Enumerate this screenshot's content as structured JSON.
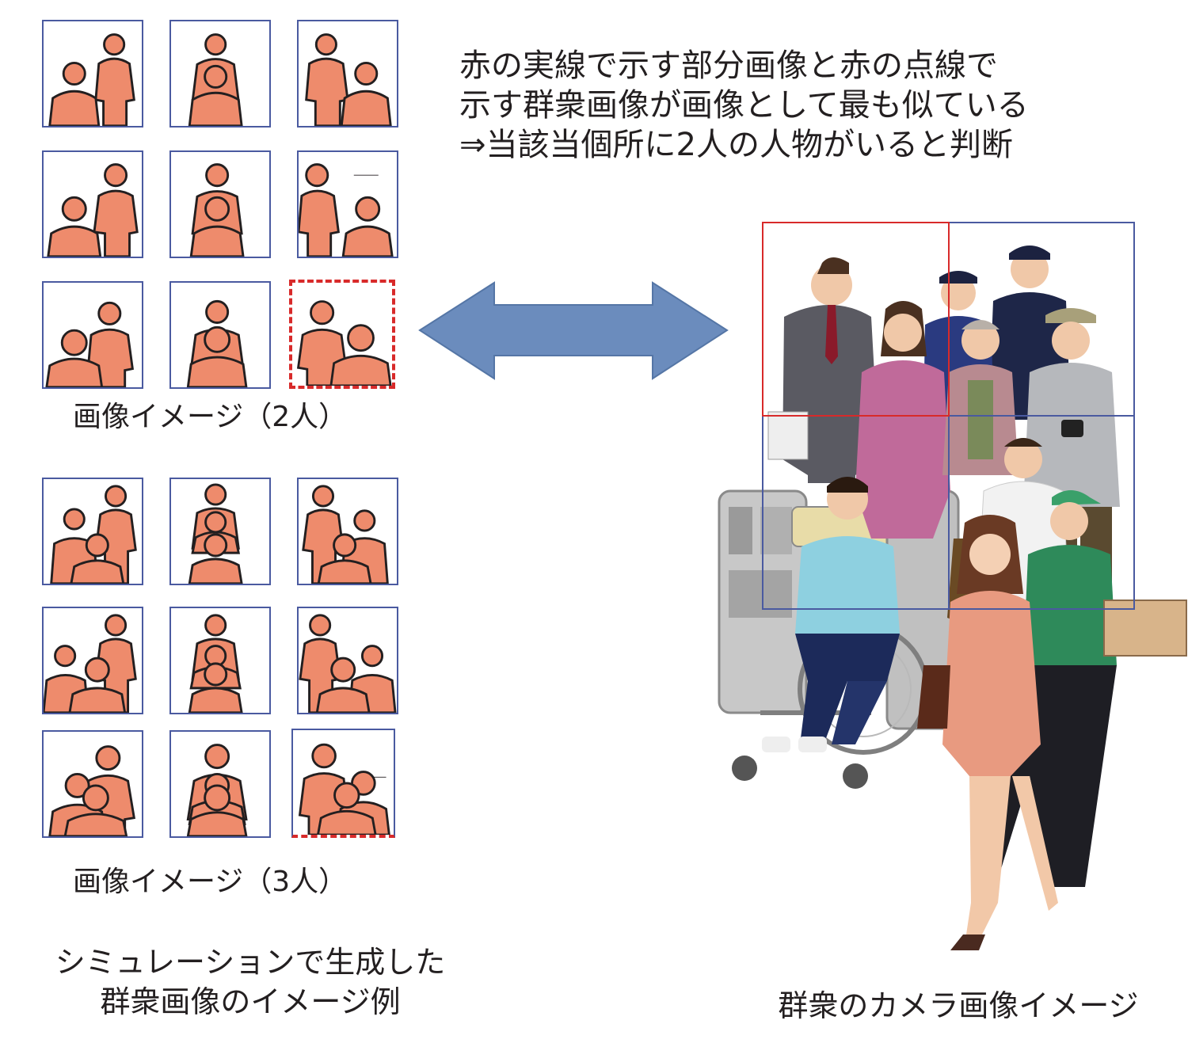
{
  "description": {
    "lines": [
      "赤の実線で示す部分画像と赤の点線で",
      "示す群衆画像が画像として最も似ている",
      "⇒当該当個所に2人の人物がいると判断"
    ]
  },
  "labels": {
    "two_people": "画像イメージ（2人）",
    "three_people": "画像イメージ（3人）"
  },
  "captions": {
    "simulation": [
      "シミュレーションで生成した",
      "群衆画像のイメージ例"
    ],
    "camera": "群衆のカメラ画像イメージ"
  },
  "colors": {
    "figure_fill": "#ee8b6c",
    "figure_stroke": "#231f20",
    "tile_border": "#4a5aa0",
    "match_red": "#d82a2a",
    "arrow_fill": "#6b8cbd"
  }
}
